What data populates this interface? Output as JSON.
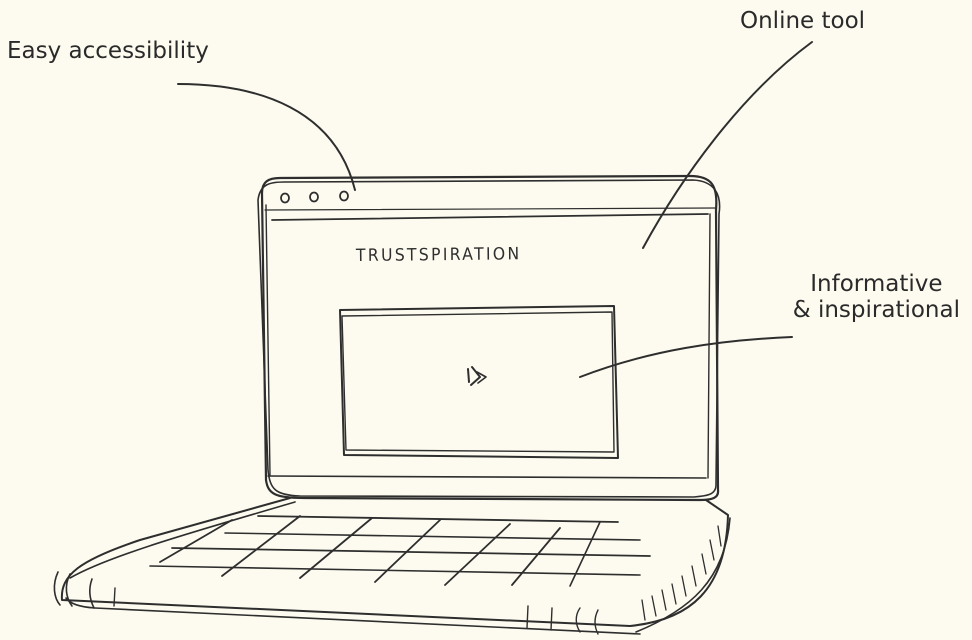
{
  "callouts": {
    "easy_accessibility": "Easy accessibility",
    "online_tool": "Online tool",
    "informative_line1": "Informative",
    "informative_line2": "& inspirational"
  },
  "screen": {
    "title": "TRUSTSPIRATION"
  },
  "icons": {
    "window_dots": "window-control-dots",
    "play": "play-icon"
  },
  "colors": {
    "background": "#fdfbef",
    "ink": "#2e2e2e"
  }
}
